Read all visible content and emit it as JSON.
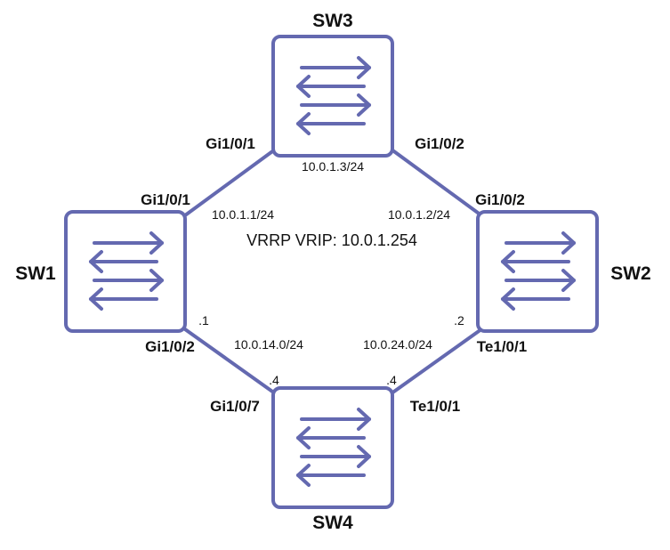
{
  "colors": {
    "accent": "#6469b0",
    "text": "#111111",
    "background": "#ffffff"
  },
  "switches": {
    "sw1": {
      "name": "SW1",
      "icon": "switch-icon"
    },
    "sw2": {
      "name": "SW2",
      "icon": "switch-icon"
    },
    "sw3": {
      "name": "SW3",
      "icon": "switch-icon"
    },
    "sw4": {
      "name": "SW4",
      "icon": "switch-icon"
    }
  },
  "ports": {
    "sw3_gi1": "Gi1/0/1",
    "sw3_gi2": "Gi1/0/2",
    "sw1_gi1": "Gi1/0/1",
    "sw1_gi2": "Gi1/0/2",
    "sw2_gi2": "Gi1/0/2",
    "sw2_te1": "Te1/0/1",
    "sw4_gi7": "Gi1/0/7",
    "sw4_te1": "Te1/0/1"
  },
  "addresses": {
    "sw3_ip": "10.0.1.3/24",
    "sw1_ip": "10.0.1.1/24",
    "sw2_ip": "10.0.1.2/24",
    "net_14": "10.0.14.0/24",
    "net_24": "10.0.24.0/24",
    "sw1_host": ".1",
    "sw2_host": ".2",
    "sw4_host_left": ".4",
    "sw4_host_right": ".4"
  },
  "vrrp": "VRRP VRIP: 10.0.1.254"
}
